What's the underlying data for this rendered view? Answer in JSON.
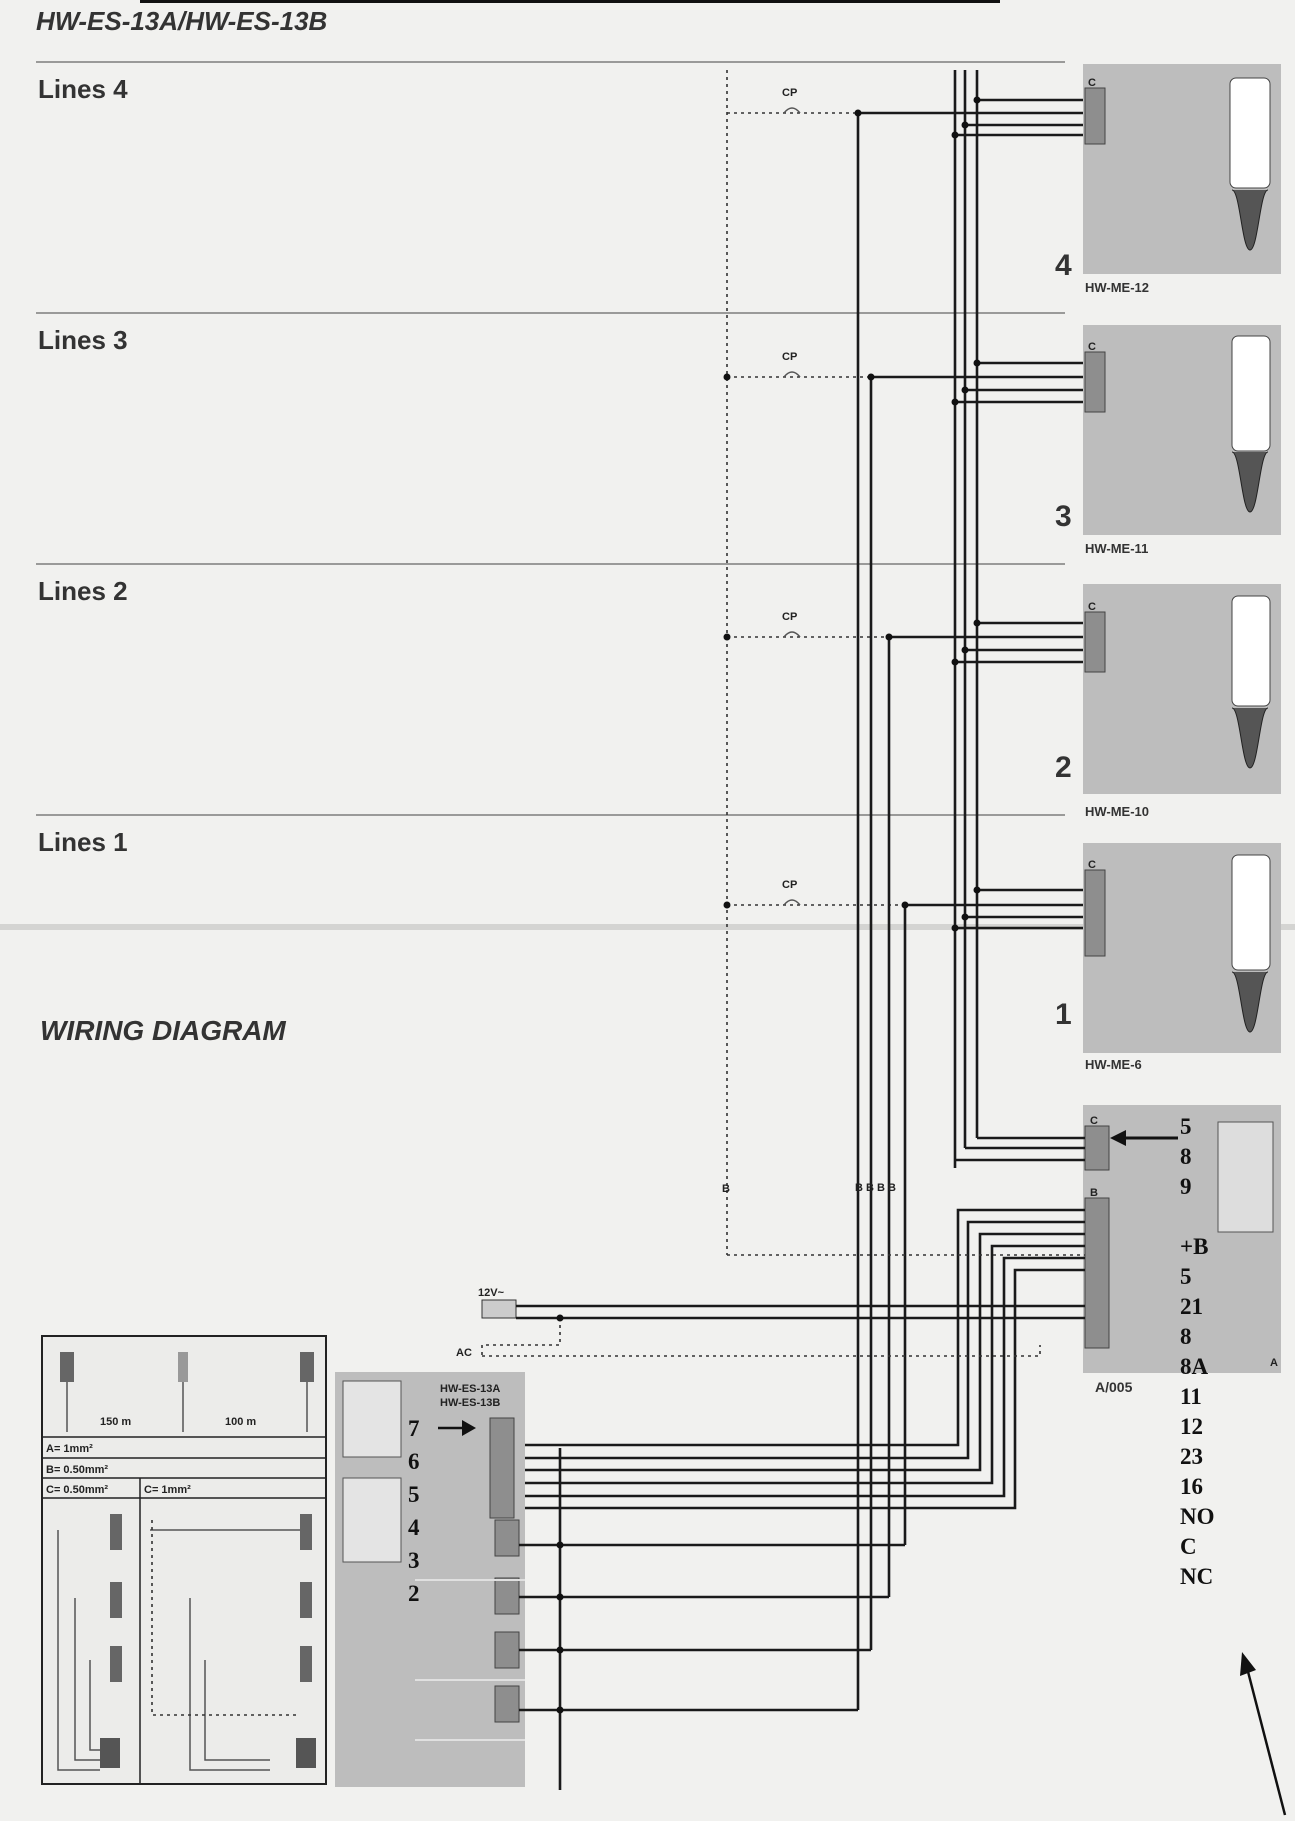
{
  "title": "HW-ES-13A/HW-ES-13B",
  "diagram_label": "WIRING DIAGRAM",
  "lines": [
    {
      "label": "Lines 4",
      "num": "4",
      "model": "HW-ME-12",
      "cp": "CP"
    },
    {
      "label": "Lines 3",
      "num": "3",
      "model": "HW-ME-11",
      "cp": "CP"
    },
    {
      "label": "Lines 2",
      "num": "2",
      "model": "HW-ME-10",
      "cp": "CP"
    },
    {
      "label": "Lines 1",
      "num": "1",
      "model": "HW-ME-6",
      "cp": "CP"
    }
  ],
  "terminal_marks": {
    "c": "C",
    "b": "B",
    "a": "A"
  },
  "supply": {
    "voltage": "12V~",
    "ac": "AC"
  },
  "controller": {
    "model": "A/005"
  },
  "panel": {
    "model_a": "HW-ES-13A",
    "model_b": "HW-ES-13B"
  },
  "distances": {
    "d1": "150 m",
    "d2": "100 m"
  },
  "wire_specs": {
    "a": "A= 1mm²",
    "b": "B= 0.50mm²",
    "c": "C= 0.50mm²",
    "c2": "C= 1mm²"
  },
  "annotations": {
    "top_right": [
      "5",
      "8",
      "9"
    ],
    "right_column": [
      "+B",
      "5",
      "21",
      "8",
      "8A",
      "11",
      "12",
      "23",
      "16",
      "NO",
      "C",
      "NC"
    ],
    "left_column": [
      "7",
      "6",
      "5",
      "4",
      "3",
      "2"
    ]
  }
}
